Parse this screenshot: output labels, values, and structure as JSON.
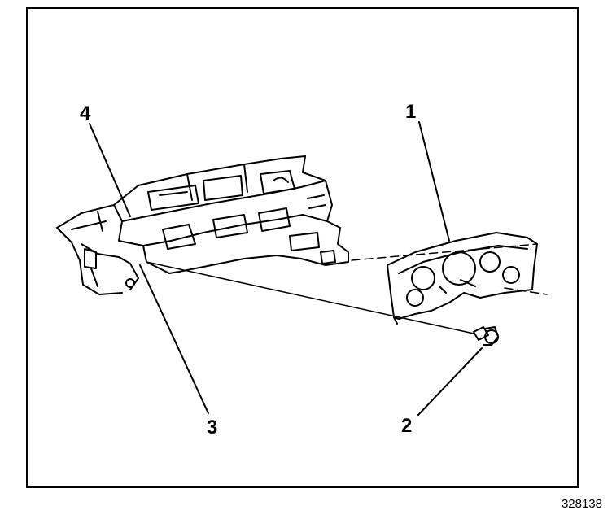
{
  "figure": {
    "id": "328138",
    "callouts": [
      {
        "num": "1",
        "part": "instrument-panel-cluster"
      },
      {
        "num": "2",
        "part": "mounting-screw"
      },
      {
        "num": "3",
        "part": "cluster-mount-location"
      },
      {
        "num": "4",
        "part": "instrument-panel-carrier"
      }
    ]
  },
  "colors": {
    "line": "#000000",
    "background": "#ffffff"
  }
}
